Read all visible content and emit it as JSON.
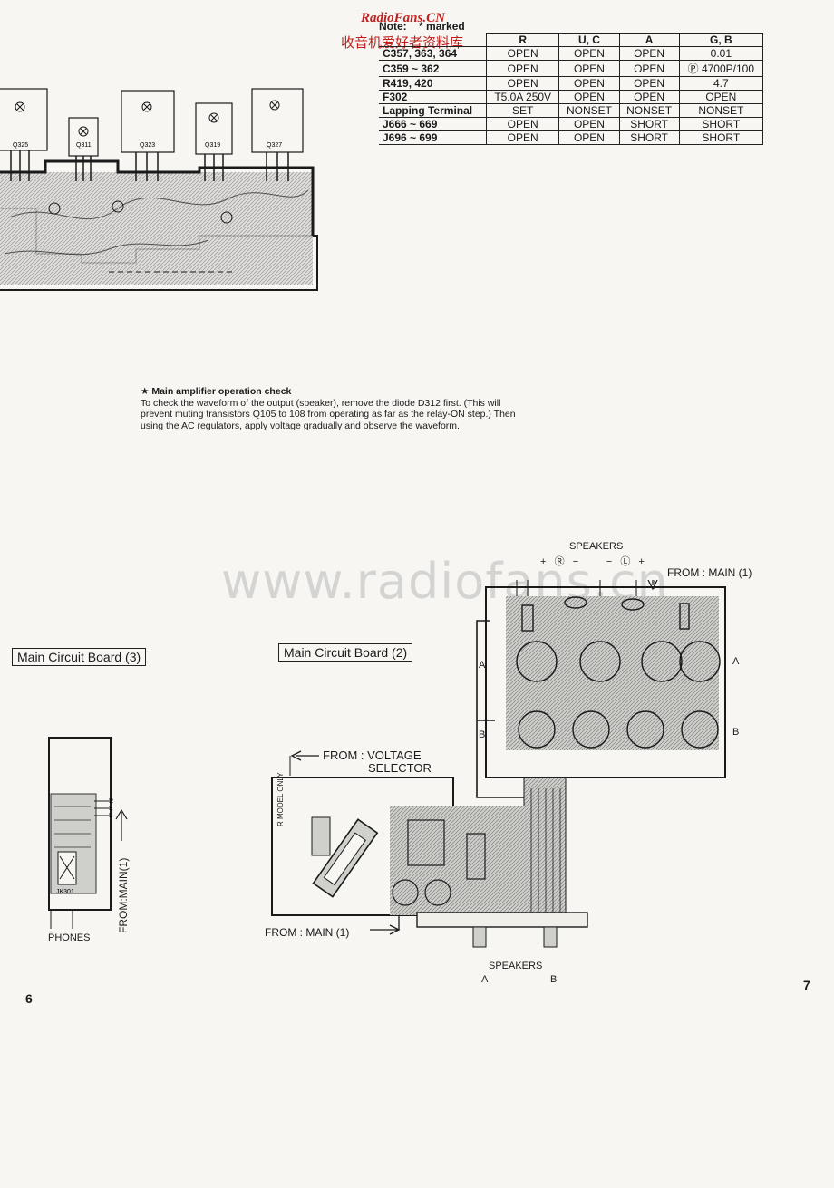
{
  "watermark": {
    "brand_latin": "RadioFans.CN",
    "brand_chinese": "收音机爱好者资料库",
    "url": "www.radiofans.cn"
  },
  "note_table": {
    "note_label": "Note:",
    "marked_label": "* marked",
    "headers": [
      "R",
      "U, C",
      "A",
      "G, B"
    ],
    "rows": [
      {
        "part": "C357, 363, 364",
        "values": [
          "OPEN",
          "OPEN",
          "OPEN",
          "0.01"
        ]
      },
      {
        "part": "C359 ~ 362",
        "values": [
          "OPEN",
          "OPEN",
          "OPEN",
          "Ⓟ 4700P/100"
        ]
      },
      {
        "part": "R419, 420",
        "values": [
          "OPEN",
          "OPEN",
          "OPEN",
          "4.7"
        ]
      },
      {
        "part": "F302",
        "values": [
          "T5.0A 250V",
          "OPEN",
          "OPEN",
          "OPEN"
        ]
      },
      {
        "part": "Lapping Terminal",
        "values": [
          "SET",
          "NONSET",
          "NONSET",
          "NONSET"
        ]
      },
      {
        "part": "J666 ~ 669",
        "values": [
          "OPEN",
          "OPEN",
          "SHORT",
          "SHORT"
        ]
      },
      {
        "part": "J696 ~ 699",
        "values": [
          "OPEN",
          "OPEN",
          "SHORT",
          "SHORT"
        ]
      }
    ]
  },
  "transistors": [
    "Q325",
    "Q311",
    "Q323",
    "Q319",
    "Q327"
  ],
  "check": {
    "title": "★ Main amplifier operation check",
    "body": "To check the waveform of the output (speaker), remove the diode D312 first. (This will prevent muting transistors Q105 to 108 from operating as far as the relay-ON step.) Then using the AC regulators, apply voltage gradually and observe the waveform."
  },
  "labels": {
    "board3": "Main Circuit Board (3)",
    "board2": "Main Circuit Board (2)",
    "speakers_top": "SPEAKERS",
    "terminal_marks": "+   Ⓡ   −          −   Ⓛ   +",
    "from_main_top": "FROM : MAIN (1)",
    "from_voltage_1": "FROM : VOLTAGE",
    "from_voltage_2": "SELECTOR",
    "r_model_only": "R MODEL ONLY",
    "from_main_bottom": "FROM : MAIN (1)",
    "from_main_vertical": "FROM:MAIN(1)",
    "phones": "PHONES",
    "jk301": "JK301",
    "speakers_bottom": "SPEAKERS",
    "spk_a": "A",
    "spk_b": "B",
    "side_a": "A",
    "side_b": "B",
    "page_left": "6",
    "page_right": "7"
  },
  "colors": {
    "brand_red": "#c0201f",
    "ink": "#1a1a1a",
    "paper": "#f7f6f2",
    "pcb_grey": "#9a9a9a"
  }
}
